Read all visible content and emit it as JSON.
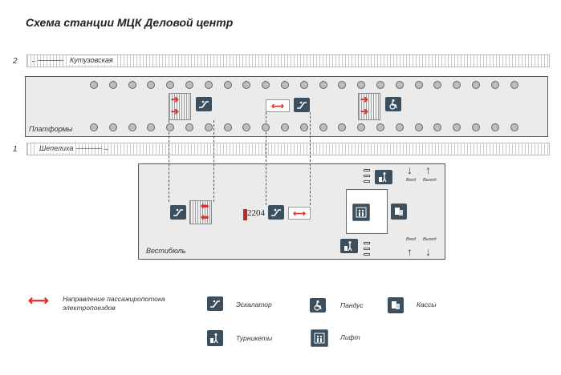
{
  "title": "Схема станции МЦК Деловой центр",
  "tracks": [
    {
      "number": "2",
      "direction_label": "Кутузовская"
    },
    {
      "number": "1",
      "direction_label": "Шепелиха"
    }
  ],
  "areas": {
    "platforms": "Платформы",
    "vestibule": "Вестибюль"
  },
  "vestibule_badge": "2204",
  "entry_exit_labels": {
    "top_entry": "Вход",
    "top_exit": "Выход",
    "bottom_entry": "Вход",
    "bottom_exit": "Выход"
  },
  "legend": {
    "flow_direction": "Направление пассажиропотока электропоездов",
    "escalator": "Эскалатор",
    "ramp": "Пандус",
    "ticket_office": "Кассы",
    "turnstiles": "Турникеты",
    "lift": "Лифт"
  },
  "colors": {
    "icon_bg": "#3b4f5e",
    "flow_arrow": "#d9312b",
    "panel_bg": "#ebebeb"
  },
  "icons": [
    "escalator-icon",
    "ramp-icon",
    "ticket-office-icon",
    "turnstile-icon",
    "lift-icon",
    "flow-arrow-icon"
  ]
}
